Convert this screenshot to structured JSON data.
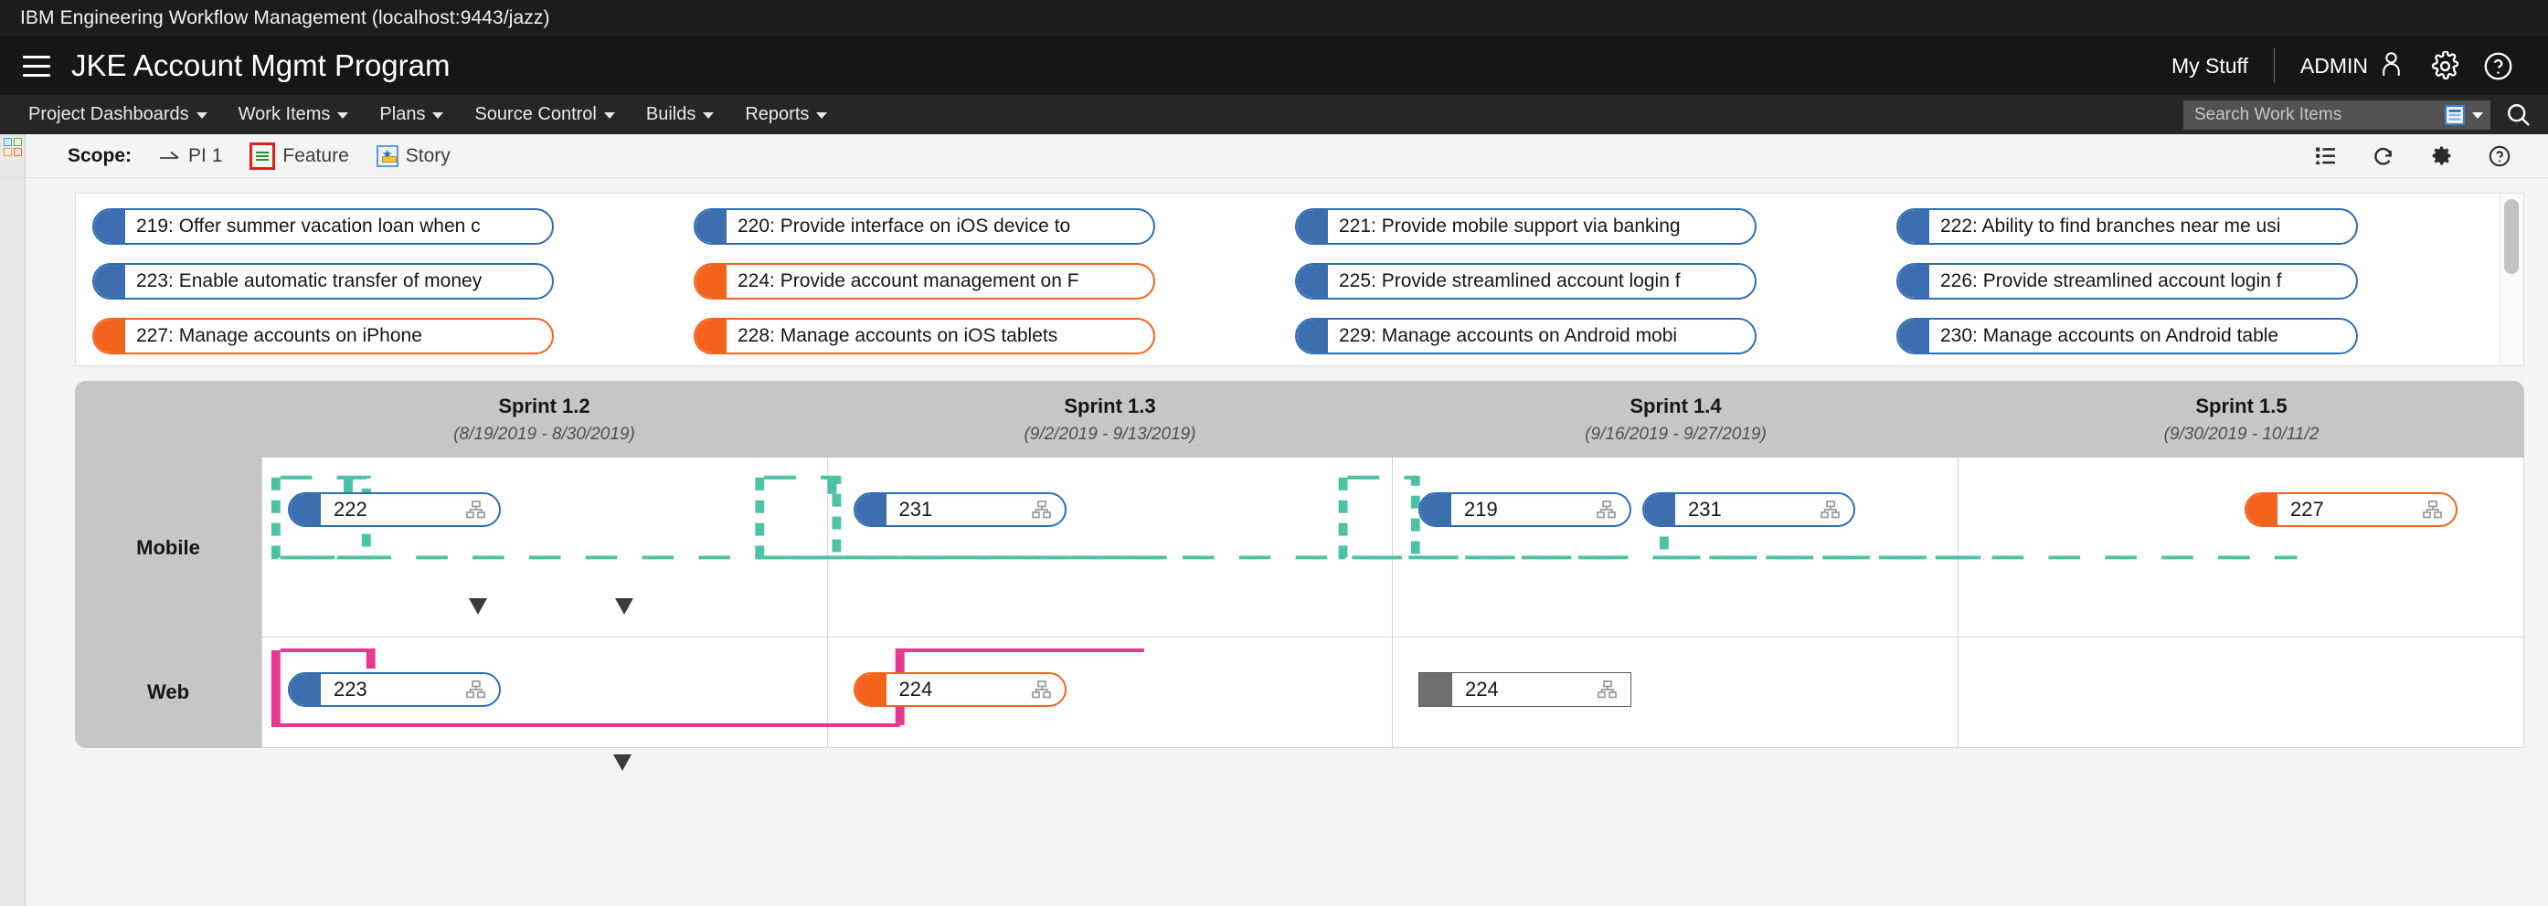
{
  "browser": {
    "title": "IBM Engineering Workflow Management (localhost:9443/jazz)"
  },
  "header": {
    "menu_icon": "hamburger-icon",
    "title": "JKE Account Mgmt Program",
    "my_stuff": "My Stuff",
    "user": "ADMIN",
    "user_icon": "user-avatar-icon",
    "settings_icon": "gear-icon",
    "help_icon": "help-circle-icon"
  },
  "nav": {
    "items": [
      {
        "label": "Project Dashboards",
        "icon": "chevron-down-icon"
      },
      {
        "label": "Work Items",
        "icon": "chevron-down-icon"
      },
      {
        "label": "Plans",
        "icon": "chevron-down-icon"
      },
      {
        "label": "Source Control",
        "icon": "chevron-down-icon"
      },
      {
        "label": "Builds",
        "icon": "chevron-down-icon"
      },
      {
        "label": "Reports",
        "icon": "chevron-down-icon"
      }
    ],
    "search": {
      "placeholder": "Search Work Items",
      "type_icon": "work-item-type-icon",
      "dropdown_icon": "chevron-down-icon",
      "search_icon": "search-icon"
    }
  },
  "scope": {
    "label": "Scope:",
    "chips": [
      {
        "label": "PI 1",
        "icon": "iteration-arrow-icon"
      },
      {
        "label": "Feature",
        "icon": "feature-icon"
      },
      {
        "label": "Story",
        "icon": "story-icon"
      }
    ],
    "tools": [
      {
        "name": "view-options-icon"
      },
      {
        "name": "refresh-icon"
      },
      {
        "name": "settings-gear-icon"
      },
      {
        "name": "help-icon"
      }
    ]
  },
  "backlog": {
    "items": [
      {
        "id": "219",
        "text": "219: Offer summer vacation loan when c",
        "color": "blue"
      },
      {
        "id": "220",
        "text": "220: Provide interface on iOS device to ",
        "color": "blue"
      },
      {
        "id": "221",
        "text": "221: Provide mobile support via banking",
        "color": "blue"
      },
      {
        "id": "222",
        "text": "222: Ability to find branches near me usi",
        "color": "blue"
      },
      {
        "id": "223",
        "text": "223: Enable automatic transfer of money",
        "color": "blue"
      },
      {
        "id": "224",
        "text": "224: Provide account management on F",
        "color": "orange"
      },
      {
        "id": "225",
        "text": "225: Provide streamlined account login f",
        "color": "blue"
      },
      {
        "id": "226",
        "text": "226: Provide streamlined account login f",
        "color": "blue"
      },
      {
        "id": "227",
        "text": "227: Manage accounts on iPhone",
        "color": "orange"
      },
      {
        "id": "228",
        "text": "228: Manage accounts on iOS tablets",
        "color": "orange"
      },
      {
        "id": "229",
        "text": "229: Manage accounts on Android mobi",
        "color": "blue"
      },
      {
        "id": "230",
        "text": "230: Manage accounts on Android table",
        "color": "blue"
      }
    ],
    "scrollbar": "vertical-scrollbar"
  },
  "plan": {
    "columns": [
      {
        "name": "Sprint 1.2",
        "dates": "(8/19/2019 - 8/30/2019)"
      },
      {
        "name": "Sprint 1.3",
        "dates": "(9/2/2019 - 9/13/2019)"
      },
      {
        "name": "Sprint 1.4",
        "dates": "(9/16/2019 - 9/27/2019)"
      },
      {
        "name": "Sprint 1.5",
        "dates": "(9/30/2019 - 10/11/2"
      }
    ],
    "lanes": [
      {
        "name": "Mobile",
        "cells": [
          {
            "cards": [
              {
                "id": "222",
                "color": "blue",
                "icon": "hierarchy-icon"
              }
            ]
          },
          {
            "cards": [
              {
                "id": "231",
                "color": "blue",
                "icon": "hierarchy-icon"
              }
            ]
          },
          {
            "cards": [
              {
                "id": "219",
                "color": "blue",
                "icon": "hierarchy-icon"
              },
              {
                "id": "231",
                "color": "blue",
                "icon": "hierarchy-icon"
              }
            ]
          },
          {
            "cards": [
              {
                "id": "227",
                "color": "orange",
                "icon": "hierarchy-icon"
              }
            ]
          }
        ]
      },
      {
        "name": "Web",
        "cells": [
          {
            "cards": [
              {
                "id": "223",
                "color": "blue",
                "icon": "hierarchy-icon"
              }
            ]
          },
          {
            "cards": [
              {
                "id": "224",
                "color": "orange",
                "icon": "hierarchy-icon"
              }
            ]
          },
          {
            "cards": [
              {
                "id": "224",
                "color": "grey",
                "icon": "hierarchy-icon"
              }
            ]
          },
          {
            "cards": []
          }
        ]
      }
    ]
  },
  "colors": {
    "accent_blue": "#3d6eaf",
    "accent_orange": "#f4631e",
    "dependency_teal": "#4ec2a8",
    "dependency_pink": "#e8388f",
    "header_black": "#161616",
    "lane_grey": "#c6c6c6",
    "ghost_grey": "#6f6f6f"
  }
}
